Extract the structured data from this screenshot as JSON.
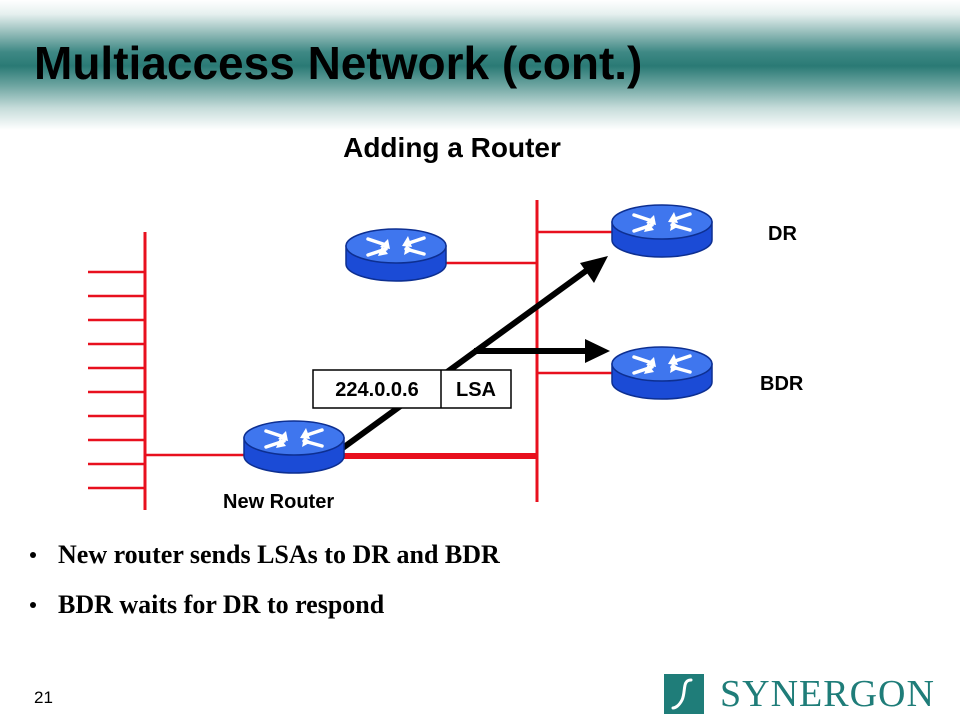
{
  "slide": {
    "title": "Multiaccess Network (cont.)",
    "subtitle": "Adding a Router",
    "page_number": "21"
  },
  "diagram": {
    "routers": [
      {
        "id": "new-router",
        "label": "New Router"
      },
      {
        "id": "other-router",
        "label": ""
      },
      {
        "id": "dr-router",
        "label": "DR"
      },
      {
        "id": "bdr-router",
        "label": "BDR"
      }
    ],
    "packet": {
      "address": "224.0.0.6",
      "type": "LSA"
    },
    "colors": {
      "link": "#e8101e",
      "router_body": "#1b4bd6",
      "router_top": "#3f76ee",
      "arrow": "#000000"
    }
  },
  "bullets": [
    "New router sends LSAs to DR and BDR",
    "BDR waits for DR to respond"
  ],
  "logo": {
    "text": "SYNERGON",
    "color": "#1f7d79"
  }
}
